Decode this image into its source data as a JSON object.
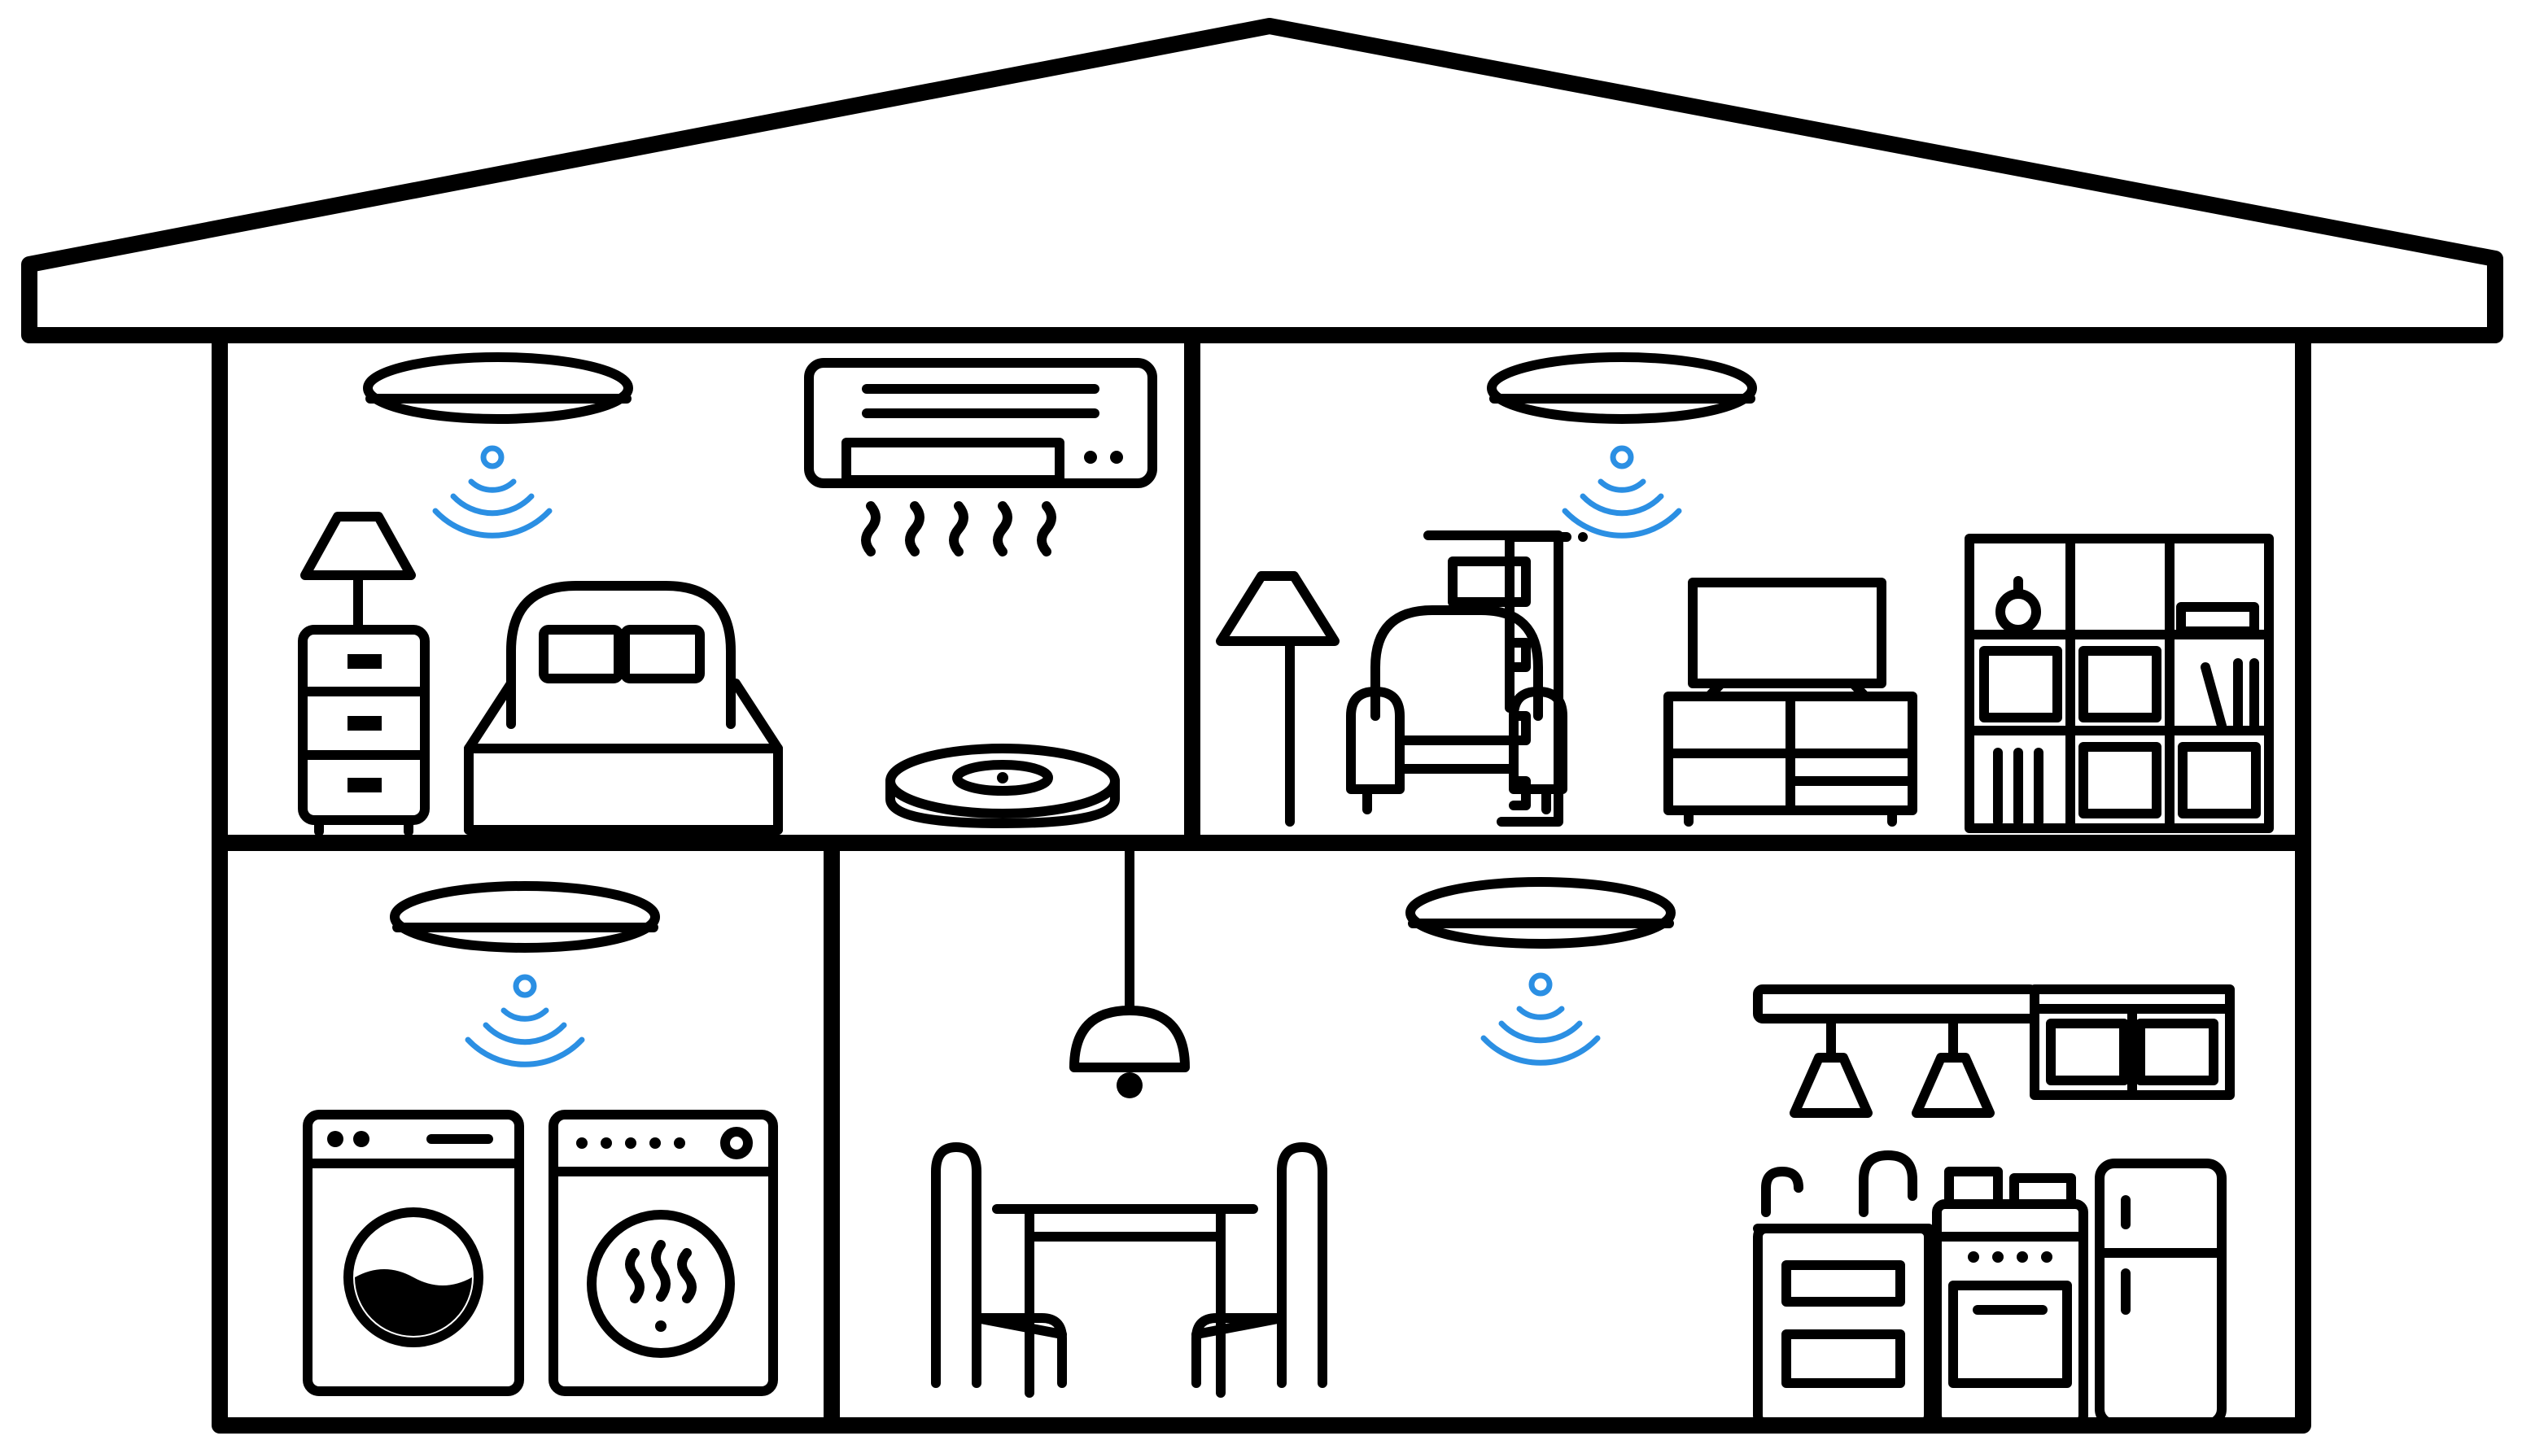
{
  "scene": "smart-home-cross-section",
  "colors": {
    "outline": "#000000",
    "background": "#ffffff",
    "wireless": "#2b8fe3"
  },
  "rooms": [
    {
      "id": "bedroom",
      "items": [
        "ceiling-light",
        "wifi-signal-icon",
        "air-conditioner-icon",
        "bedside-lamp-icon",
        "nightstand-icon",
        "bed-icon",
        "robot-vacuum-icon"
      ]
    },
    {
      "id": "living-room",
      "items": [
        "ceiling-light",
        "wifi-signal-icon",
        "floor-lamp-icon",
        "armchair-icon",
        "door-icon",
        "tv-icon",
        "tv-stand-icon",
        "bookshelf-icon"
      ]
    },
    {
      "id": "laundry-room",
      "items": [
        "ceiling-light",
        "wifi-signal-icon",
        "washing-machine-icon",
        "dryer-icon"
      ]
    },
    {
      "id": "kitchen-dining",
      "items": [
        "pendant-lamp-icon",
        "ceiling-light",
        "wifi-signal-icon",
        "dining-table-icon",
        "chair-icon",
        "range-hood-icon",
        "wall-cabinet-icon",
        "sink-counter-icon",
        "stove-icon",
        "refrigerator-icon"
      ]
    }
  ]
}
